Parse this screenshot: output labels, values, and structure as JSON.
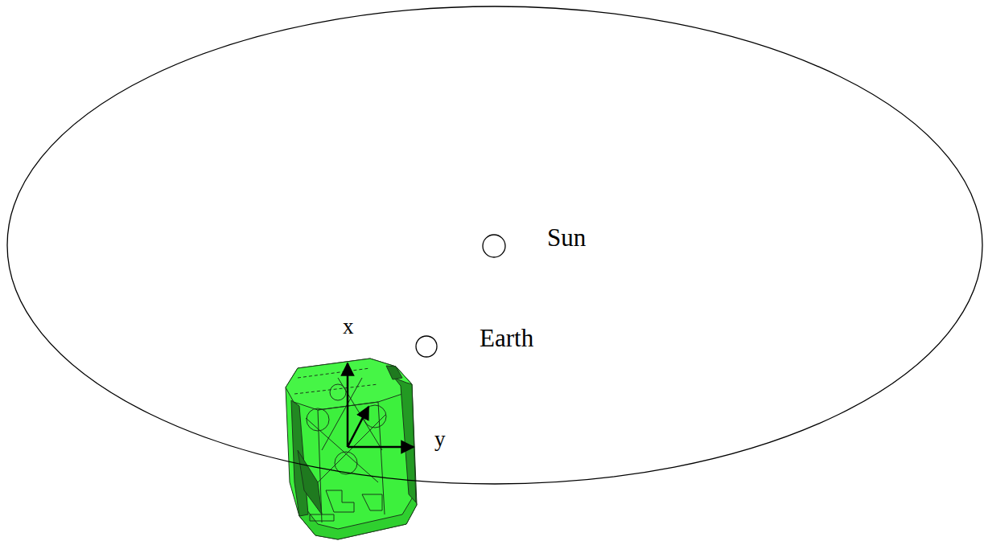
{
  "diagram": {
    "labels": [
      "Sun",
      "Earth",
      "x",
      "y"
    ]
  }
}
